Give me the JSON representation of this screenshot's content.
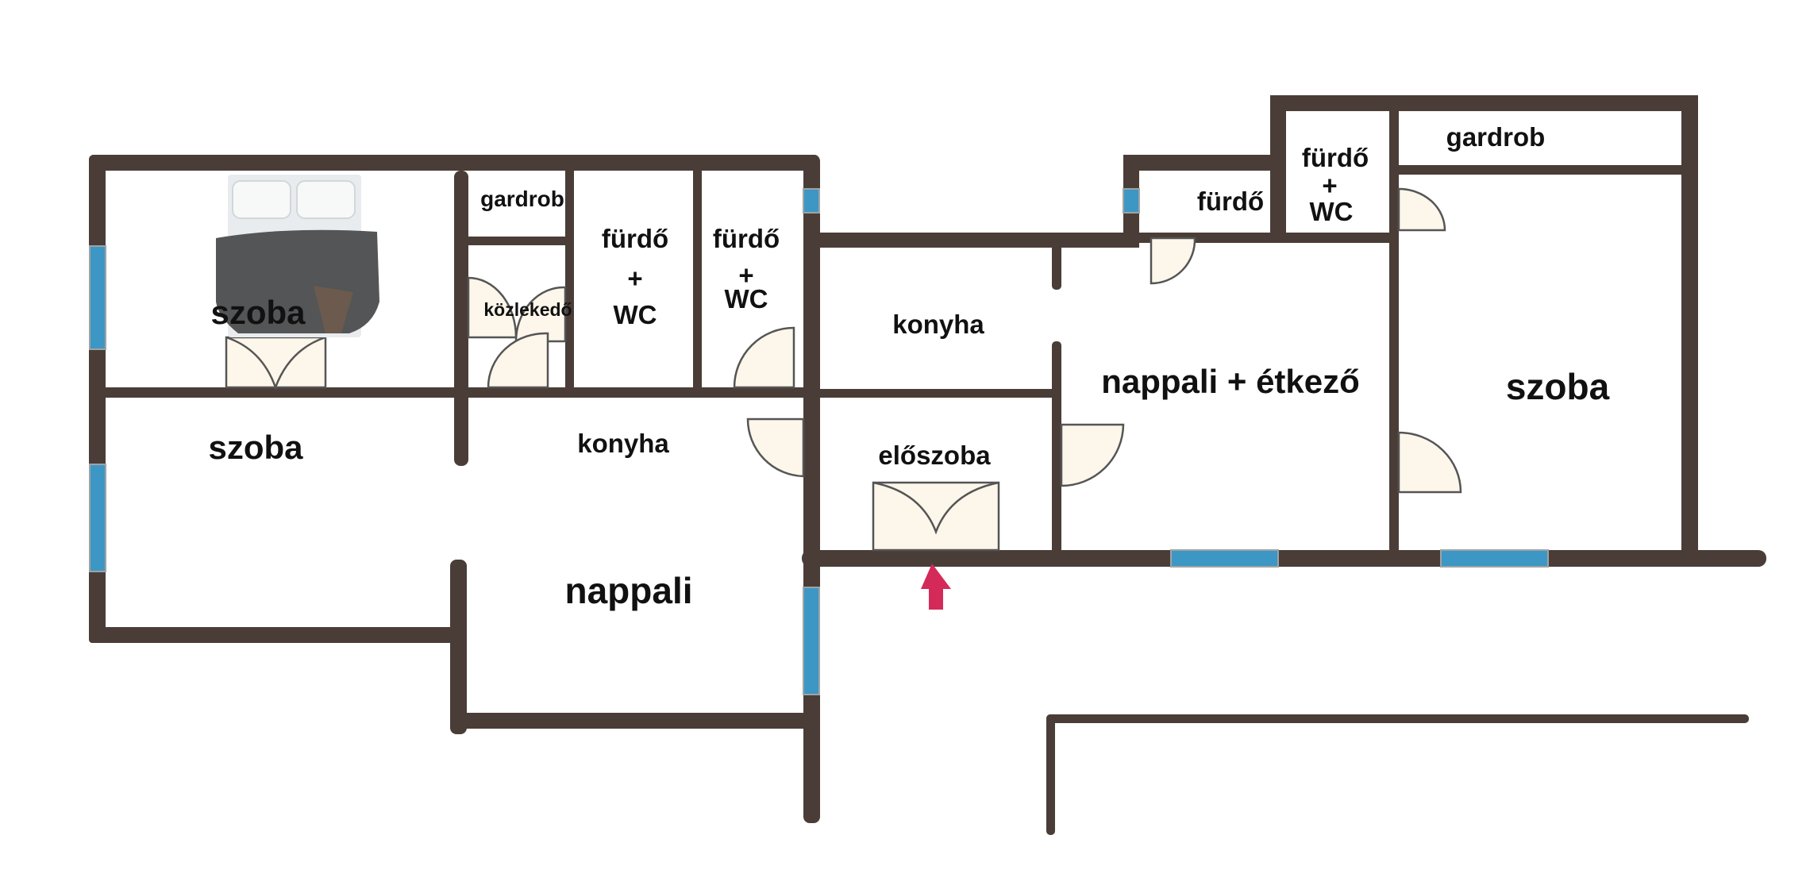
{
  "floorplan": {
    "rooms": [
      {
        "id": "szoba_bed",
        "label": "szoba"
      },
      {
        "id": "gardrob_left",
        "label": "gardrob"
      },
      {
        "id": "kozlekedo",
        "label": "közlekedő"
      },
      {
        "id": "furdo_wc_1_a",
        "label": "fürdő"
      },
      {
        "id": "furdo_wc_1_b",
        "label": "+"
      },
      {
        "id": "furdo_wc_1_c",
        "label": "WC"
      },
      {
        "id": "furdo_wc_2_a",
        "label": "fürdő"
      },
      {
        "id": "furdo_wc_2_b",
        "label": "+"
      },
      {
        "id": "furdo_wc_2_c",
        "label": "WC"
      },
      {
        "id": "szoba_left",
        "label": "szoba"
      },
      {
        "id": "konyha_left",
        "label": "konyha"
      },
      {
        "id": "nappali_left",
        "label": "nappali"
      },
      {
        "id": "konyha_mid",
        "label": "konyha"
      },
      {
        "id": "eloszoba",
        "label": "előszoba"
      },
      {
        "id": "furdo_right",
        "label": "fürdő"
      },
      {
        "id": "furdo_wc_3_a",
        "label": "fürdő"
      },
      {
        "id": "furdo_wc_3_b",
        "label": "+"
      },
      {
        "id": "furdo_wc_3_c",
        "label": "WC"
      },
      {
        "id": "gardrob_right",
        "label": "gardrob"
      },
      {
        "id": "nappali_etkezo",
        "label": "nappali + étkező"
      },
      {
        "id": "szoba_right",
        "label": "szoba"
      }
    ],
    "colors": {
      "wall": "#4a3d37",
      "window": "#3d97c4",
      "door_fill": "#fdf6ea",
      "entrance_arrow": "#d42a5a"
    },
    "icons": [
      "bed-icon",
      "entrance-arrow-icon"
    ]
  }
}
